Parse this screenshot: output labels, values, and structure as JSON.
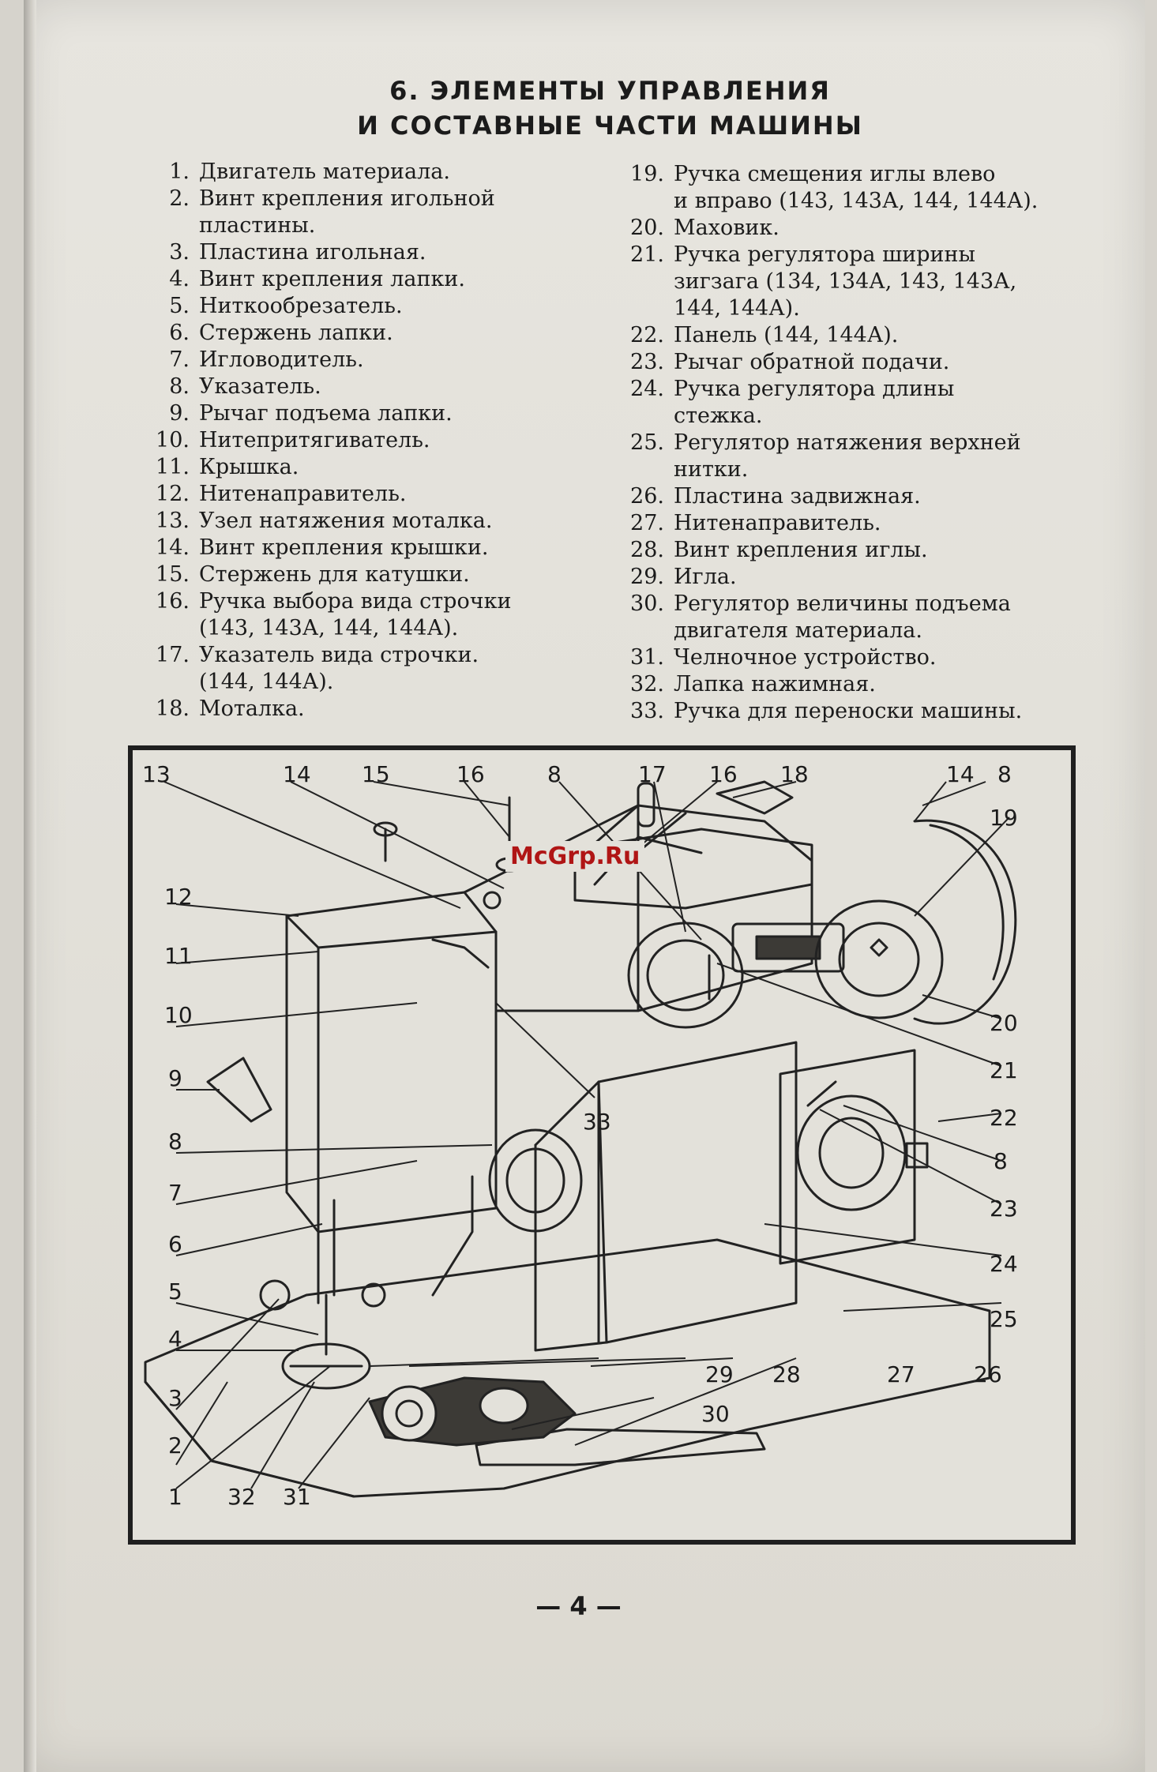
{
  "heading": {
    "line1": "6. ЭЛЕМЕНТЫ УПРАВЛЕНИЯ",
    "line2": "И СОСТАВНЫЕ ЧАСТИ МАШИНЫ"
  },
  "parts_left": [
    {
      "num": "1.",
      "text": "Двигатель материала."
    },
    {
      "num": "2.",
      "text": "Винт крепления игольной\nпластины."
    },
    {
      "num": "3.",
      "text": "Пластина игольная."
    },
    {
      "num": "4.",
      "text": "Винт крепления лапки."
    },
    {
      "num": "5.",
      "text": "Ниткообрезатель."
    },
    {
      "num": "6.",
      "text": "Стержень лапки."
    },
    {
      "num": "7.",
      "text": "Игловодитель."
    },
    {
      "num": "8.",
      "text": "Указатель."
    },
    {
      "num": "9.",
      "text": "Рычаг подъема лапки."
    },
    {
      "num": "10.",
      "text": "Нитепритягиватель."
    },
    {
      "num": "11.",
      "text": "Крышка."
    },
    {
      "num": "12.",
      "text": "Нитенаправитель."
    },
    {
      "num": "13.",
      "text": "Узел натяжения моталка."
    },
    {
      "num": "14.",
      "text": "Винт крепления крышки."
    },
    {
      "num": "15.",
      "text": "Стержень для катушки."
    },
    {
      "num": "16.",
      "text": "Ручка выбора вида строчки\n(143, 143А, 144, 144А)."
    },
    {
      "num": "17.",
      "text": "Указатель вида строчки.\n(144, 144А)."
    },
    {
      "num": "18.",
      "text": "Моталка."
    }
  ],
  "parts_right": [
    {
      "num": "19.",
      "text": "Ручка смещения иглы влево\nи вправо (143, 143А, 144, 144А)."
    },
    {
      "num": "20.",
      "text": "Маховик."
    },
    {
      "num": "21.",
      "text": "Ручка регулятора ширины\nзигзага (134, 134А, 143, 143А,\n144, 144А)."
    },
    {
      "num": "22.",
      "text": "Панель (144, 144А)."
    },
    {
      "num": "23.",
      "text": "Рычаг обратной подачи."
    },
    {
      "num": "24.",
      "text": "Ручка регулятора длины\nстежка."
    },
    {
      "num": "25.",
      "text": "Регулятор натяжения верхней\nнитки."
    },
    {
      "num": "26.",
      "text": "Пластина задвижная."
    },
    {
      "num": "27.",
      "text": "Нитенаправитель."
    },
    {
      "num": "28.",
      "text": "Винт крепления иглы."
    },
    {
      "num": "29.",
      "text": "Игла."
    },
    {
      "num": "30.",
      "text": "Регулятор величины подъема\nдвигателя материала."
    },
    {
      "num": "31.",
      "text": "Челночное устройство."
    },
    {
      "num": "32.",
      "text": "Лапка нажимная."
    },
    {
      "num": "33.",
      "text": "Ручка для переноски машины."
    }
  ],
  "figure_callouts": {
    "c13": "13",
    "c14a": "14",
    "c15": "15",
    "c16a": "16",
    "c8a": "8",
    "c17": "17",
    "c16b": "16",
    "c18": "18",
    "c14b": "14",
    "c8b": "8",
    "c19": "19",
    "c12": "12",
    "c11": "11",
    "c10": "10",
    "c9": "9",
    "c8c": "8",
    "c7": "7",
    "c6": "6",
    "c5": "5",
    "c4": "4",
    "c3": "3",
    "c2": "2",
    "c1": "1",
    "c32": "32",
    "c31": "31",
    "c33": "33",
    "c20": "20",
    "c21": "21",
    "c22": "22",
    "c8d": "8",
    "c23": "23",
    "c24": "24",
    "c25": "25",
    "c29": "29",
    "c28": "28",
    "c27": "27",
    "c26": "26",
    "c30": "30"
  },
  "watermark": "McGrp.Ru",
  "page_number": "— 4 —"
}
